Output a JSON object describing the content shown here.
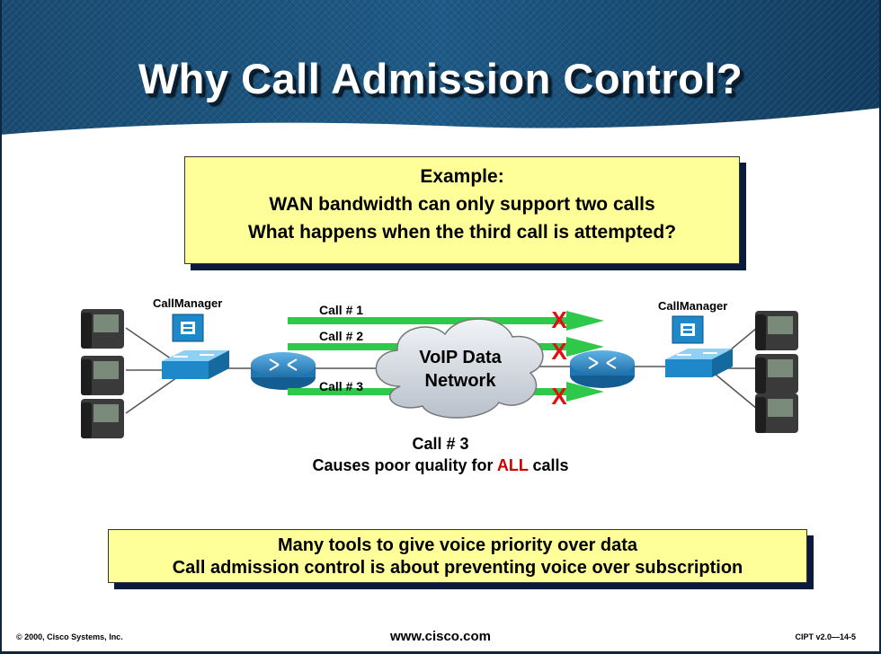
{
  "title": "Why Call Admission Control?",
  "example_box": {
    "line1": "Example:",
    "line2": "WAN bandwidth can only support two calls",
    "line3": "What happens when the third call is attempted?"
  },
  "diagram": {
    "left_callmanager_label": "CallManager",
    "right_callmanager_label": "CallManager",
    "cloud_line1": "VoIP Data",
    "cloud_line2": "Network",
    "calls": [
      "Call # 1",
      "Call # 2",
      "Call # 3"
    ],
    "drop_mark": "X",
    "colors": {
      "call_arrow": "#2ec94a",
      "drop_mark": "#e01010",
      "device": "#1e88c8"
    }
  },
  "summary": {
    "line1": "Call # 3",
    "line2_prefix": "Causes poor quality for ",
    "line2_highlight": "ALL",
    "line2_suffix": " calls"
  },
  "tools_box": {
    "line1": "Many tools to give voice priority over data",
    "line2": "Call admission control is about preventing voice over subscription"
  },
  "footer": {
    "copyright": "© 2000, Cisco Systems, Inc.",
    "url": "www.cisco.com",
    "version": "CIPT v2.0—14-5"
  }
}
